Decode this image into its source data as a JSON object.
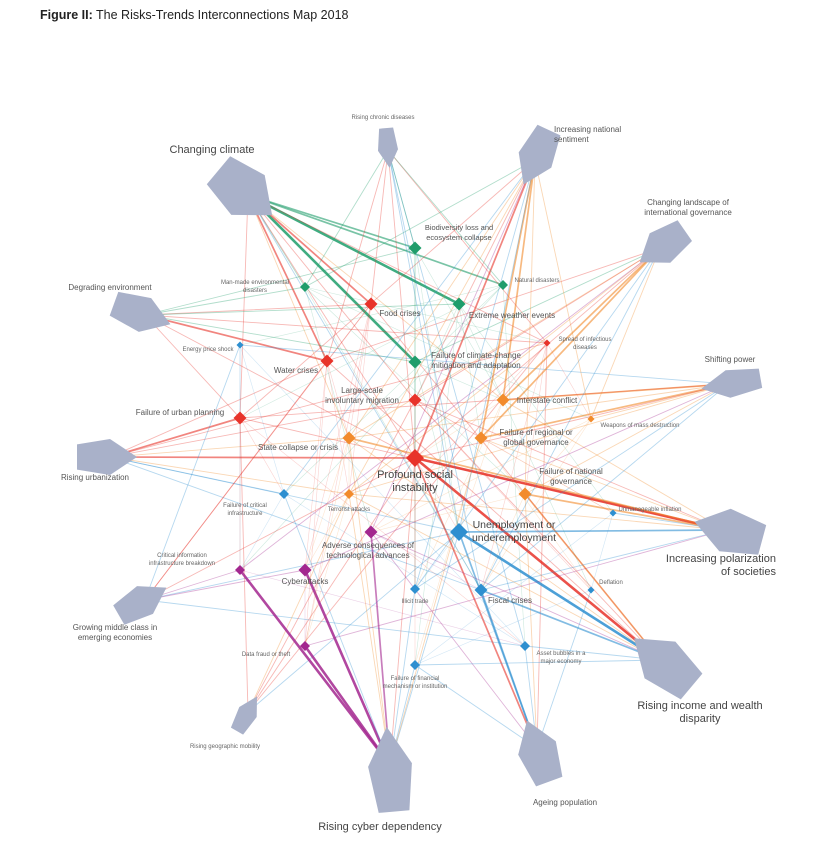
{
  "title": {
    "prefix": "Figure II:",
    "text": "The Risks-Trends Interconnections Map 2018"
  },
  "colors": {
    "trend": "#a9b1c9",
    "environmental": "#1f9d6b",
    "societal": "#e8332a",
    "geopolitical": "#f28b2c",
    "technological": "#a3278f",
    "economic": "#2e8fd0"
  },
  "trends": [
    {
      "id": "changing-climate",
      "label": [
        "Changing climate"
      ],
      "size": "large"
    },
    {
      "id": "rising-chronic-diseases",
      "label": [
        "Rising chronic diseases"
      ],
      "size": "tiny"
    },
    {
      "id": "increasing-national-sentiment",
      "label": [
        "Increasing national",
        "sentiment"
      ],
      "size": "small"
    },
    {
      "id": "changing-international-governance",
      "label": [
        "Changing landscape of",
        "international governance"
      ],
      "size": "small"
    },
    {
      "id": "shifting-power",
      "label": [
        "Shifting power"
      ],
      "size": "small"
    },
    {
      "id": "increasing-polarization",
      "label": [
        "Increasing polarization",
        "of societies"
      ],
      "size": "large"
    },
    {
      "id": "rising-income-disparity",
      "label": [
        "Rising income and wealth",
        "disparity"
      ],
      "size": "large"
    },
    {
      "id": "ageing-population",
      "label": [
        "Ageing population"
      ],
      "size": "medium"
    },
    {
      "id": "rising-cyber-dependency",
      "label": [
        "Rising cyber dependency"
      ],
      "size": "large"
    },
    {
      "id": "rising-geographic-mobility",
      "label": [
        "Rising geographic mobility"
      ],
      "size": "tiny"
    },
    {
      "id": "growing-middle-class",
      "label": [
        "Growing middle class in",
        "emerging economies"
      ],
      "size": "small"
    },
    {
      "id": "rising-urbanization",
      "label": [
        "Rising urbanization"
      ],
      "size": "medium"
    },
    {
      "id": "degrading-environment",
      "label": [
        "Degrading environment"
      ],
      "size": "medium"
    }
  ],
  "risks": [
    {
      "id": "biodiversity-loss",
      "label": [
        "Biodiversity loss and",
        "ecosystem collapse"
      ],
      "cat": "environmental",
      "size": "medium"
    },
    {
      "id": "man-made-disasters",
      "label": [
        "Man-made environmental",
        "disasters"
      ],
      "cat": "environmental",
      "size": "small"
    },
    {
      "id": "natural-disasters",
      "label": [
        "Natural disasters"
      ],
      "cat": "environmental",
      "size": "small"
    },
    {
      "id": "food-crises",
      "label": [
        "Food crises"
      ],
      "cat": "societal",
      "size": "medium"
    },
    {
      "id": "extreme-weather",
      "label": [
        "Extreme weather events"
      ],
      "cat": "environmental",
      "size": "medium"
    },
    {
      "id": "climate-change-failure",
      "label": [
        "Failure of climate-change",
        "mitigation and adaptation"
      ],
      "cat": "environmental",
      "size": "medium"
    },
    {
      "id": "infectious-diseases",
      "label": [
        "Spread of infectious",
        "diseases"
      ],
      "cat": "societal",
      "size": "tiny"
    },
    {
      "id": "energy-price-shock",
      "label": [
        "Energy price shock"
      ],
      "cat": "economic",
      "size": "tiny"
    },
    {
      "id": "water-crises",
      "label": [
        "Water crises"
      ],
      "cat": "societal",
      "size": "medium"
    },
    {
      "id": "involuntary-migration",
      "label": [
        "Large-scale",
        "involuntary migration"
      ],
      "cat": "societal",
      "size": "medium"
    },
    {
      "id": "interstate-conflict",
      "label": [
        "Interstate conflict"
      ],
      "cat": "geopolitical",
      "size": "medium"
    },
    {
      "id": "weapons-mass-destruction",
      "label": [
        "Weapons of mass destruction"
      ],
      "cat": "geopolitical",
      "size": "tiny"
    },
    {
      "id": "urban-planning-failure",
      "label": [
        "Failure of urban planning"
      ],
      "cat": "societal",
      "size": "medium"
    },
    {
      "id": "state-collapse",
      "label": [
        "State collapse or crisis"
      ],
      "cat": "geopolitical",
      "size": "medium"
    },
    {
      "id": "global-governance-failure",
      "label": [
        "Failure of regional or",
        "global governance"
      ],
      "cat": "geopolitical",
      "size": "medium"
    },
    {
      "id": "social-instability",
      "label": [
        "Profound social",
        "instability"
      ],
      "cat": "societal",
      "size": "large"
    },
    {
      "id": "national-governance-failure",
      "label": [
        "Failure of national",
        "governance"
      ],
      "cat": "geopolitical",
      "size": "medium"
    },
    {
      "id": "critical-infrastructure-failure",
      "label": [
        "Failure of critical",
        "infrastructure"
      ],
      "cat": "economic",
      "size": "small"
    },
    {
      "id": "terrorist-attacks",
      "label": [
        "Terrorist attacks"
      ],
      "cat": "geopolitical",
      "size": "small"
    },
    {
      "id": "unmanageable-inflation",
      "label": [
        "Unmanageable inflation"
      ],
      "cat": "economic",
      "size": "tiny"
    },
    {
      "id": "unemployment",
      "label": [
        "Unemployment or",
        "underemployment"
      ],
      "cat": "economic",
      "size": "large"
    },
    {
      "id": "adverse-tech",
      "label": [
        "Adverse consequences of",
        "technological advances"
      ],
      "cat": "technological",
      "size": "medium"
    },
    {
      "id": "critical-info-breakdown",
      "label": [
        "Critical information",
        "infrastructure breakdown"
      ],
      "cat": "technological",
      "size": "small"
    },
    {
      "id": "cyberattacks",
      "label": [
        "Cyberattacks"
      ],
      "cat": "technological",
      "size": "medium"
    },
    {
      "id": "deflation",
      "label": [
        "Deflation"
      ],
      "cat": "economic",
      "size": "tiny"
    },
    {
      "id": "illicit-trade",
      "label": [
        "Illicit trade"
      ],
      "cat": "economic",
      "size": "small"
    },
    {
      "id": "fiscal-crises",
      "label": [
        "Fiscal crises"
      ],
      "cat": "economic",
      "size": "medium"
    },
    {
      "id": "asset-bubbles",
      "label": [
        "Asset bubbles in a",
        "major economy"
      ],
      "cat": "economic",
      "size": "small"
    },
    {
      "id": "data-fraud",
      "label": [
        "Data fraud or theft"
      ],
      "cat": "technological",
      "size": "small"
    },
    {
      "id": "financial-mechanism-failure",
      "label": [
        "Failure of financial",
        "mechanism or institution"
      ],
      "cat": "economic",
      "size": "small"
    }
  ],
  "links": [
    [
      "changing-climate",
      "extreme-weather",
      3
    ],
    [
      "changing-climate",
      "climate-change-failure",
      3
    ],
    [
      "changing-climate",
      "biodiversity-loss",
      2
    ],
    [
      "changing-climate",
      "natural-disasters",
      2
    ],
    [
      "changing-climate",
      "food-crises",
      2
    ],
    [
      "changing-climate",
      "water-crises",
      2
    ],
    [
      "changing-climate",
      "involuntary-migration",
      1
    ],
    [
      "changing-climate",
      "man-made-disasters",
      1
    ],
    [
      "changing-climate",
      "urban-planning-failure",
      1
    ],
    [
      "changing-climate",
      "infectious-diseases",
      1
    ],
    [
      "changing-climate",
      "social-instability",
      1
    ],
    [
      "changing-climate",
      "interstate-conflict",
      1
    ],
    [
      "changing-climate",
      "state-collapse",
      1
    ],
    [
      "changing-climate",
      "fiscal-crises",
      1
    ],
    [
      "degrading-environment",
      "biodiversity-loss",
      1
    ],
    [
      "degrading-environment",
      "man-made-disasters",
      1
    ],
    [
      "degrading-environment",
      "water-crises",
      2
    ],
    [
      "degrading-environment",
      "food-crises",
      1
    ],
    [
      "degrading-environment",
      "climate-change-failure",
      1
    ],
    [
      "degrading-environment",
      "extreme-weather",
      1
    ],
    [
      "degrading-environment",
      "social-instability",
      1
    ],
    [
      "degrading-environment",
      "urban-planning-failure",
      1
    ],
    [
      "degrading-environment",
      "infectious-diseases",
      1
    ],
    [
      "rising-urbanization",
      "urban-planning-failure",
      2
    ],
    [
      "rising-urbanization",
      "water-crises",
      1
    ],
    [
      "rising-urbanization",
      "social-instability",
      2
    ],
    [
      "rising-urbanization",
      "critical-infrastructure-failure",
      1
    ],
    [
      "rising-urbanization",
      "unemployment",
      1
    ],
    [
      "rising-urbanization",
      "infectious-diseases",
      1
    ],
    [
      "rising-urbanization",
      "state-collapse",
      1
    ],
    [
      "rising-urbanization",
      "terrorist-attacks",
      1
    ],
    [
      "rising-urbanization",
      "involuntary-migration",
      1
    ],
    [
      "rising-urbanization",
      "fiscal-crises",
      1
    ],
    [
      "growing-middle-class",
      "social-instability",
      1
    ],
    [
      "growing-middle-class",
      "critical-info-breakdown",
      1
    ],
    [
      "growing-middle-class",
      "unemployment",
      1
    ],
    [
      "growing-middle-class",
      "energy-price-shock",
      1
    ],
    [
      "growing-middle-class",
      "food-crises",
      1
    ],
    [
      "growing-middle-class",
      "asset-bubbles",
      1
    ],
    [
      "growing-middle-class",
      "cyberattacks",
      1
    ],
    [
      "growing-middle-class",
      "water-crises",
      1
    ],
    [
      "rising-geographic-mobility",
      "involuntary-migration",
      1
    ],
    [
      "rising-geographic-mobility",
      "infectious-diseases",
      1
    ],
    [
      "rising-geographic-mobility",
      "social-instability",
      1
    ],
    [
      "rising-geographic-mobility",
      "unemployment",
      1
    ],
    [
      "rising-geographic-mobility",
      "terrorist-attacks",
      1
    ],
    [
      "rising-geographic-mobility",
      "urban-planning-failure",
      1
    ],
    [
      "rising-cyber-dependency",
      "cyberattacks",
      3
    ],
    [
      "rising-cyber-dependency",
      "data-fraud",
      3
    ],
    [
      "rising-cyber-dependency",
      "critical-info-breakdown",
      3
    ],
    [
      "rising-cyber-dependency",
      "adverse-tech",
      2
    ],
    [
      "rising-cyber-dependency",
      "critical-infrastructure-failure",
      1
    ],
    [
      "rising-cyber-dependency",
      "unemployment",
      1
    ],
    [
      "rising-cyber-dependency",
      "social-instability",
      1
    ],
    [
      "rising-cyber-dependency",
      "terrorist-attacks",
      1
    ],
    [
      "rising-cyber-dependency",
      "illicit-trade",
      1
    ],
    [
      "rising-cyber-dependency",
      "financial-mechanism-failure",
      1
    ],
    [
      "rising-cyber-dependency",
      "global-governance-failure",
      1
    ],
    [
      "rising-cyber-dependency",
      "state-collapse",
      1
    ],
    [
      "ageing-population",
      "fiscal-crises",
      2
    ],
    [
      "ageing-population",
      "unemployment",
      2
    ],
    [
      "ageing-population",
      "social-instability",
      2
    ],
    [
      "ageing-population",
      "asset-bubbles",
      1
    ],
    [
      "ageing-population",
      "deflation",
      1
    ],
    [
      "ageing-population",
      "financial-mechanism-failure",
      1
    ],
    [
      "ageing-population",
      "national-governance-failure",
      1
    ],
    [
      "ageing-population",
      "infectious-diseases",
      1
    ],
    [
      "ageing-population",
      "adverse-tech",
      1
    ],
    [
      "rising-income-disparity",
      "social-instability",
      3
    ],
    [
      "rising-income-disparity",
      "unemployment",
      3
    ],
    [
      "rising-income-disparity",
      "fiscal-crises",
      2
    ],
    [
      "rising-income-disparity",
      "national-governance-failure",
      2
    ],
    [
      "rising-income-disparity",
      "asset-bubbles",
      1
    ],
    [
      "rising-income-disparity",
      "financial-mechanism-failure",
      1
    ],
    [
      "rising-income-disparity",
      "state-collapse",
      1
    ],
    [
      "rising-income-disparity",
      "involuntary-migration",
      1
    ],
    [
      "rising-income-disparity",
      "terrorist-attacks",
      1
    ],
    [
      "rising-income-disparity",
      "adverse-tech",
      1
    ],
    [
      "rising-income-disparity",
      "food-crises",
      1
    ],
    [
      "rising-income-disparity",
      "water-crises",
      1
    ],
    [
      "increasing-polarization",
      "social-instability",
      3
    ],
    [
      "increasing-polarization",
      "national-governance-failure",
      2
    ],
    [
      "increasing-polarization",
      "unemployment",
      2
    ],
    [
      "increasing-polarization",
      "terrorist-attacks",
      1
    ],
    [
      "increasing-polarization",
      "state-collapse",
      2
    ],
    [
      "increasing-polarization",
      "global-governance-failure",
      1
    ],
    [
      "increasing-polarization",
      "interstate-conflict",
      1
    ],
    [
      "increasing-polarization",
      "involuntary-migration",
      1
    ],
    [
      "increasing-polarization",
      "fiscal-crises",
      1
    ],
    [
      "increasing-polarization",
      "urban-planning-failure",
      1
    ],
    [
      "increasing-polarization",
      "data-fraud",
      1
    ],
    [
      "increasing-polarization",
      "unmanageable-inflation",
      1
    ],
    [
      "shifting-power",
      "interstate-conflict",
      2
    ],
    [
      "shifting-power",
      "global-governance-failure",
      2
    ],
    [
      "shifting-power",
      "weapons-mass-destruction",
      1
    ],
    [
      "shifting-power",
      "national-governance-failure",
      1
    ],
    [
      "shifting-power",
      "state-collapse",
      1
    ],
    [
      "shifting-power",
      "terrorist-attacks",
      1
    ],
    [
      "shifting-power",
      "social-instability",
      1
    ],
    [
      "shifting-power",
      "cyberattacks",
      1
    ],
    [
      "shifting-power",
      "illicit-trade",
      1
    ],
    [
      "shifting-power",
      "fiscal-crises",
      1
    ],
    [
      "shifting-power",
      "energy-price-shock",
      1
    ],
    [
      "shifting-power",
      "urban-planning-failure",
      1
    ],
    [
      "changing-international-governance",
      "global-governance-failure",
      2
    ],
    [
      "changing-international-governance",
      "interstate-conflict",
      2
    ],
    [
      "changing-international-governance",
      "weapons-mass-destruction",
      1
    ],
    [
      "changing-international-governance",
      "state-collapse",
      1
    ],
    [
      "changing-international-governance",
      "climate-change-failure",
      1
    ],
    [
      "changing-international-governance",
      "terrorist-attacks",
      1
    ],
    [
      "changing-international-governance",
      "involuntary-migration",
      1
    ],
    [
      "changing-international-governance",
      "illicit-trade",
      1
    ],
    [
      "changing-international-governance",
      "social-instability",
      1
    ],
    [
      "changing-international-governance",
      "fiscal-crises",
      1
    ],
    [
      "changing-international-governance",
      "water-crises",
      1
    ],
    [
      "changing-international-governance",
      "critical-info-breakdown",
      1
    ],
    [
      "increasing-national-sentiment",
      "interstate-conflict",
      2
    ],
    [
      "increasing-national-sentiment",
      "global-governance-failure",
      2
    ],
    [
      "increasing-national-sentiment",
      "social-instability",
      2
    ],
    [
      "increasing-national-sentiment",
      "state-collapse",
      1
    ],
    [
      "increasing-national-sentiment",
      "national-governance-failure",
      1
    ],
    [
      "increasing-national-sentiment",
      "terrorist-attacks",
      1
    ],
    [
      "increasing-national-sentiment",
      "involuntary-migration",
      1
    ],
    [
      "increasing-national-sentiment",
      "weapons-mass-destruction",
      1
    ],
    [
      "increasing-national-sentiment",
      "urban-planning-failure",
      1
    ],
    [
      "increasing-national-sentiment",
      "man-made-disasters",
      1
    ],
    [
      "increasing-national-sentiment",
      "critical-infrastructure-failure",
      1
    ],
    [
      "increasing-national-sentiment",
      "unemployment",
      1
    ],
    [
      "increasing-national-sentiment",
      "adverse-tech",
      1
    ],
    [
      "increasing-national-sentiment",
      "illicit-trade",
      1
    ],
    [
      "rising-chronic-diseases",
      "infectious-diseases",
      1
    ],
    [
      "rising-chronic-diseases",
      "water-crises",
      1
    ],
    [
      "rising-chronic-diseases",
      "food-crises",
      1
    ],
    [
      "rising-chronic-diseases",
      "fiscal-crises",
      1
    ],
    [
      "rising-chronic-diseases",
      "social-instability",
      1
    ],
    [
      "rising-chronic-diseases",
      "unemployment",
      1
    ],
    [
      "rising-chronic-diseases",
      "asset-bubbles",
      1
    ],
    [
      "rising-chronic-diseases",
      "biodiversity-loss",
      1
    ],
    [
      "rising-chronic-diseases",
      "natural-disasters",
      1
    ],
    [
      "rising-chronic-diseases",
      "man-made-disasters",
      1
    ]
  ]
}
